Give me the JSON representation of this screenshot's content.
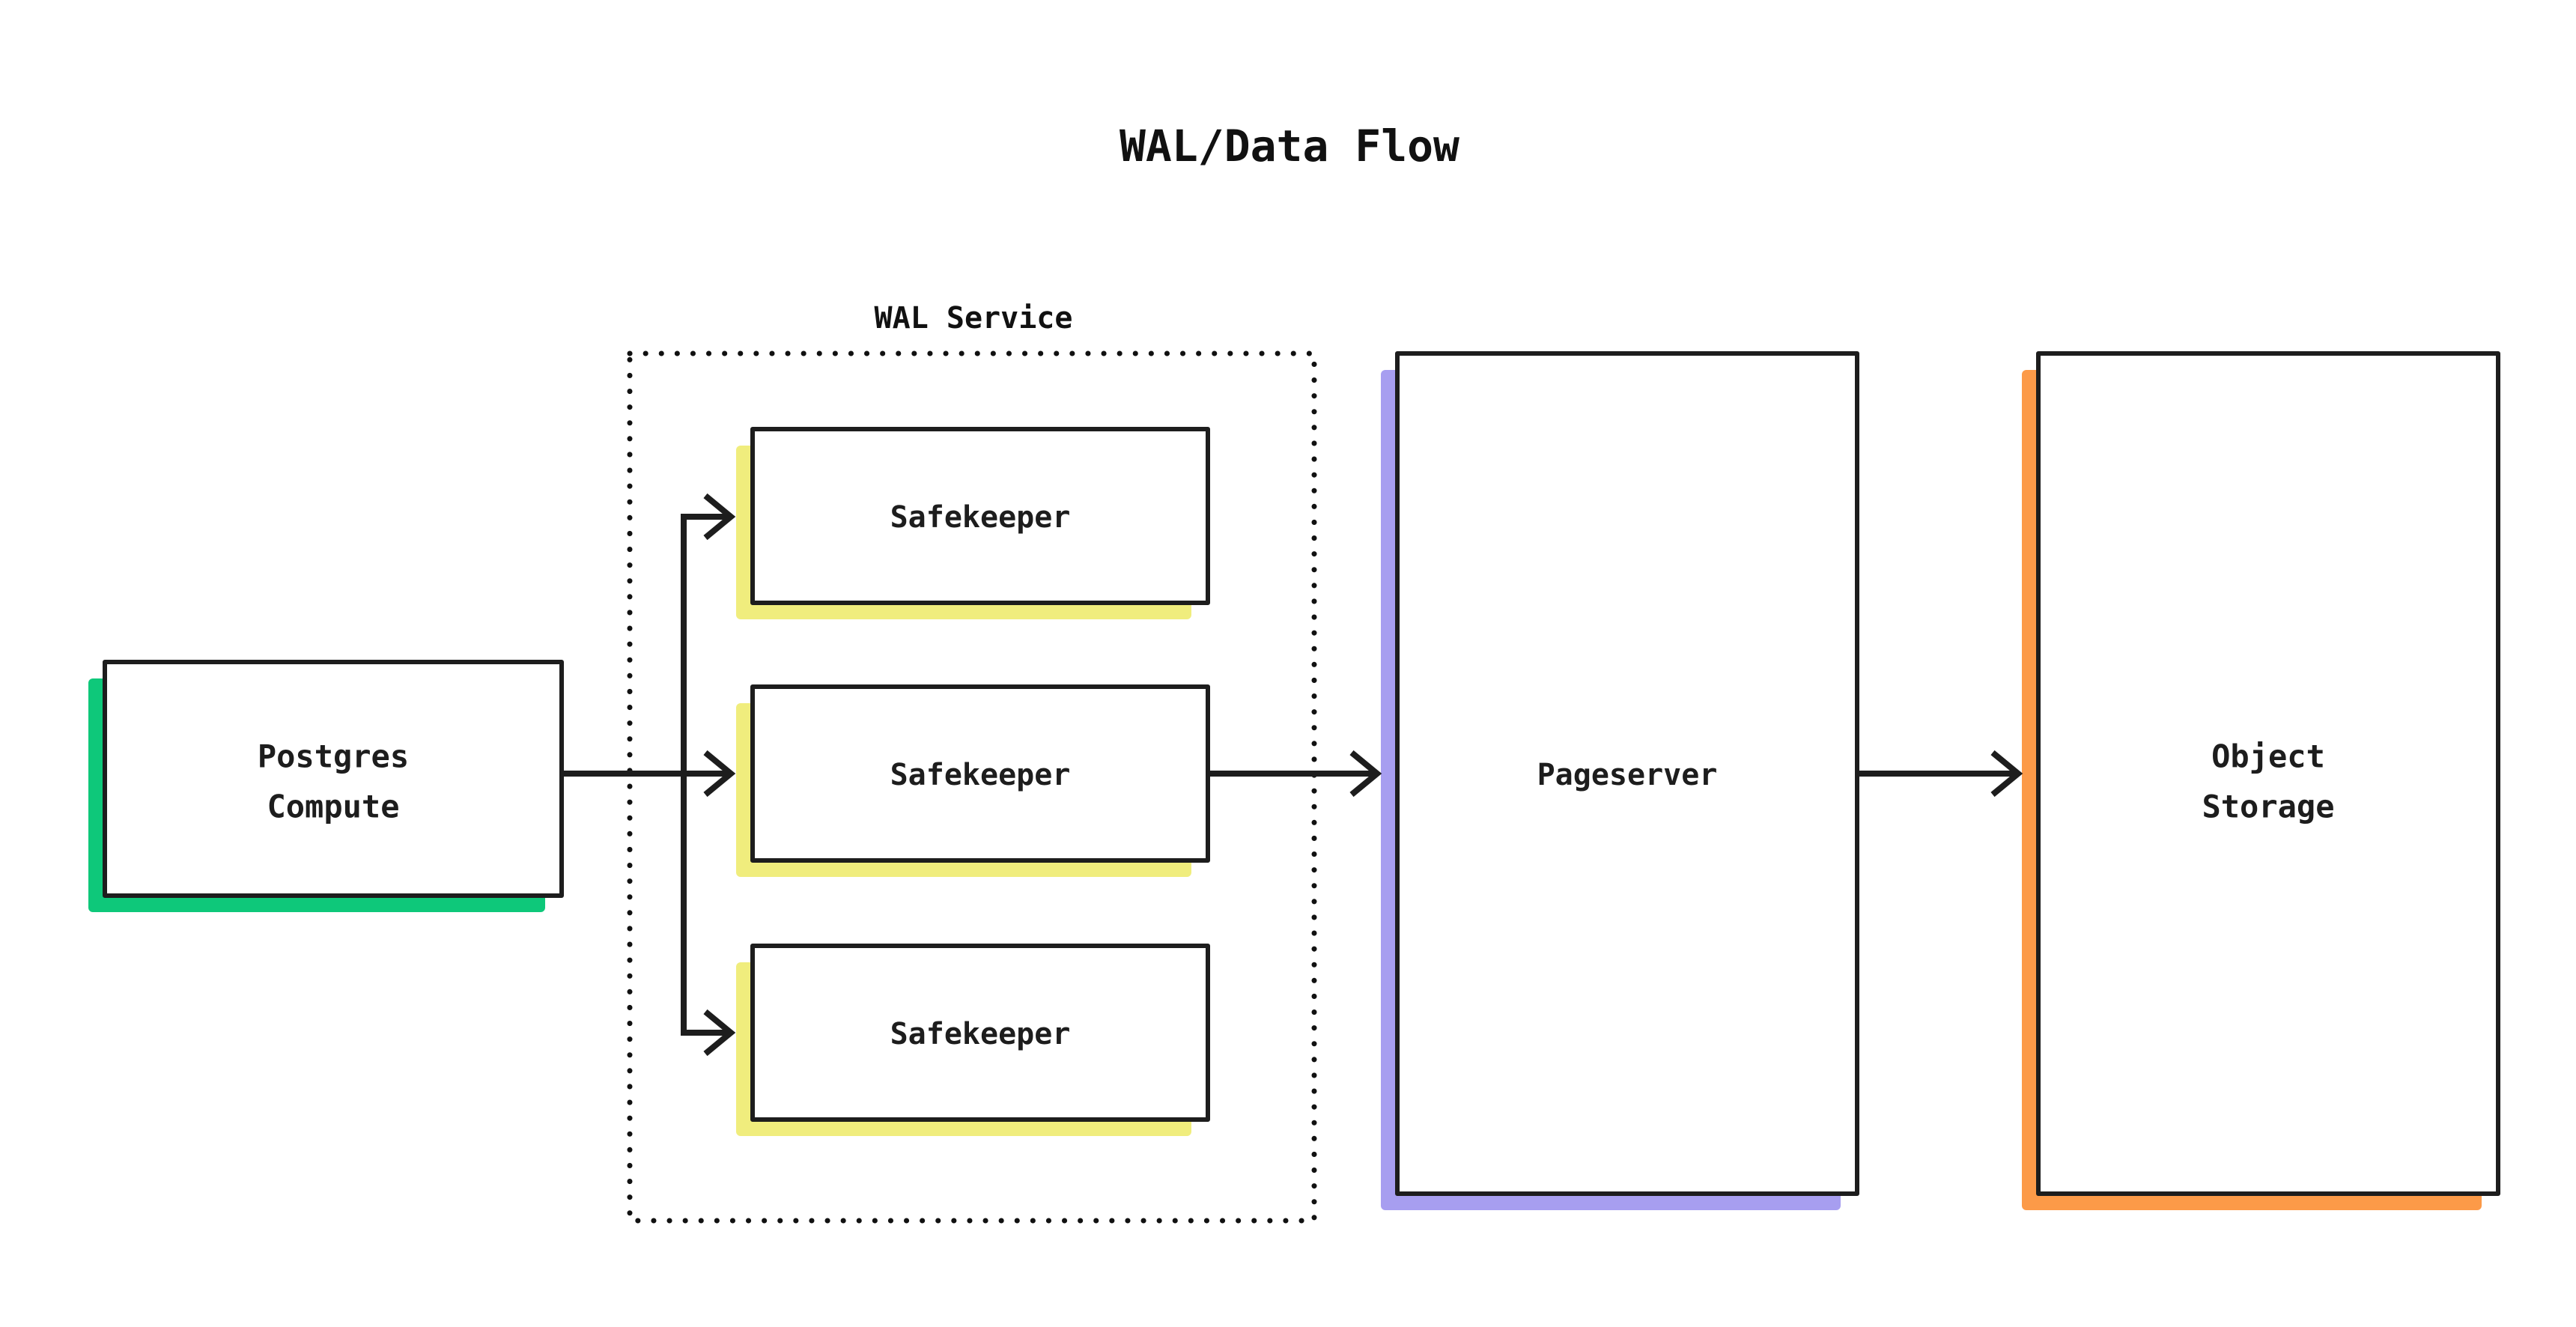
{
  "page": {
    "title": "WAL/Data Flow",
    "background_color": "#ffffff",
    "ink_color": "#1d1d1d"
  },
  "cluster": {
    "label": "WAL Service",
    "border_style": "dotted",
    "border_color": "#111111"
  },
  "nodes": [
    {
      "id": "postgres-compute",
      "label_line_1": "Postgres",
      "label_line_2": "Compute",
      "shadow_color": "#0ec87a"
    },
    {
      "id": "safekeeper-1",
      "label_line_1": "Safekeeper",
      "label_line_2": "",
      "shadow_color": "#f0ed7d"
    },
    {
      "id": "safekeeper-2",
      "label_line_1": "Safekeeper",
      "label_line_2": "",
      "shadow_color": "#f0ed7d"
    },
    {
      "id": "safekeeper-3",
      "label_line_1": "Safekeeper",
      "label_line_2": "",
      "shadow_color": "#f0ed7d"
    },
    {
      "id": "pageserver",
      "label_line_1": "Pageserver",
      "label_line_2": "",
      "shadow_color": "#a79ef0"
    },
    {
      "id": "object-storage",
      "label_line_1": "Object",
      "label_line_2": "Storage",
      "shadow_color": "#fc9a48"
    }
  ],
  "edges": [
    {
      "id": "compute-to-safekeeper-1",
      "from": "postgres-compute",
      "to": "safekeeper-1",
      "label": ""
    },
    {
      "id": "compute-to-safekeeper-2",
      "from": "postgres-compute",
      "to": "safekeeper-2",
      "label": ""
    },
    {
      "id": "compute-to-safekeeper-3",
      "from": "postgres-compute",
      "to": "safekeeper-3",
      "label": ""
    },
    {
      "id": "safekeeper-2-to-pageserver",
      "from": "safekeeper-2",
      "to": "pageserver",
      "label": ""
    },
    {
      "id": "pageserver-to-object-storage",
      "from": "pageserver",
      "to": "object-storage",
      "label": ""
    }
  ]
}
